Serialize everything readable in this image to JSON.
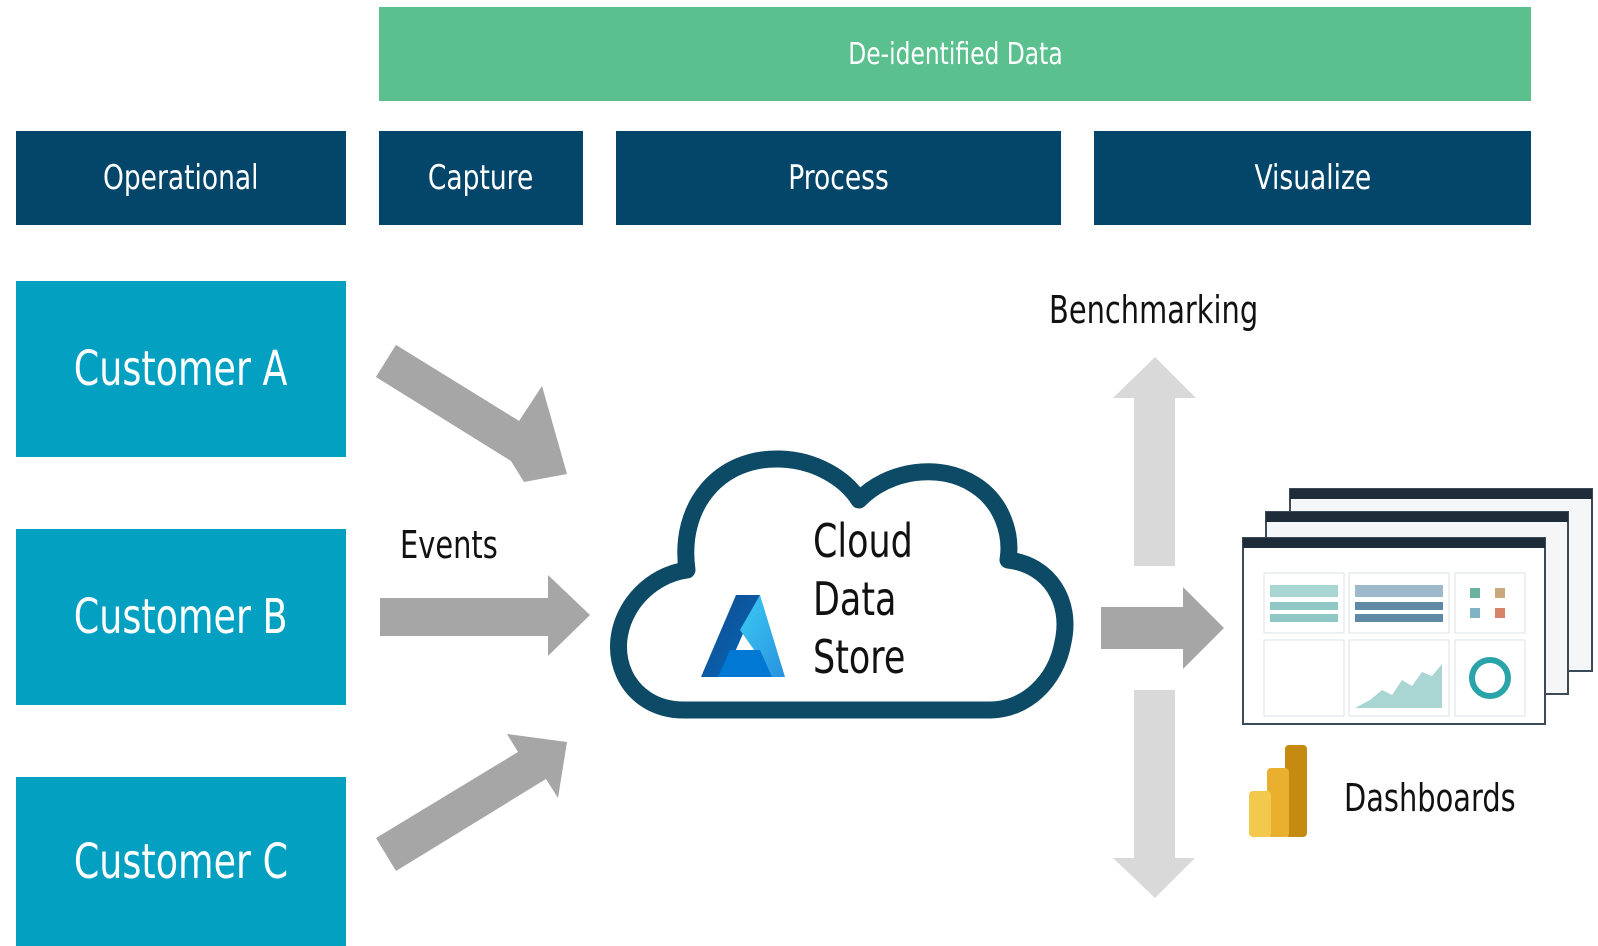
{
  "header": {
    "banner_label": "De-identified Data",
    "stages": [
      "Operational",
      "Capture",
      "Process",
      "Visualize"
    ]
  },
  "customers": [
    "Customer A",
    "Customer B",
    "Customer C"
  ],
  "labels": {
    "events": "Events",
    "benchmarking": "Benchmarking",
    "dashboards": "Dashboards"
  },
  "cloud": {
    "lines": [
      "Cloud",
      "Data",
      "Store"
    ]
  },
  "colors": {
    "banner_green": "#59c08e",
    "stage_navy": "#04466a",
    "customer_teal": "#03a0c2",
    "arrow_dark": "#a6a6a6",
    "arrow_light": "#d9d9d9",
    "cloud_outline": "#0d4a66"
  },
  "icons": [
    "azure-logo-icon",
    "power-bi-icon",
    "dashboard-screenshot-icon"
  ]
}
